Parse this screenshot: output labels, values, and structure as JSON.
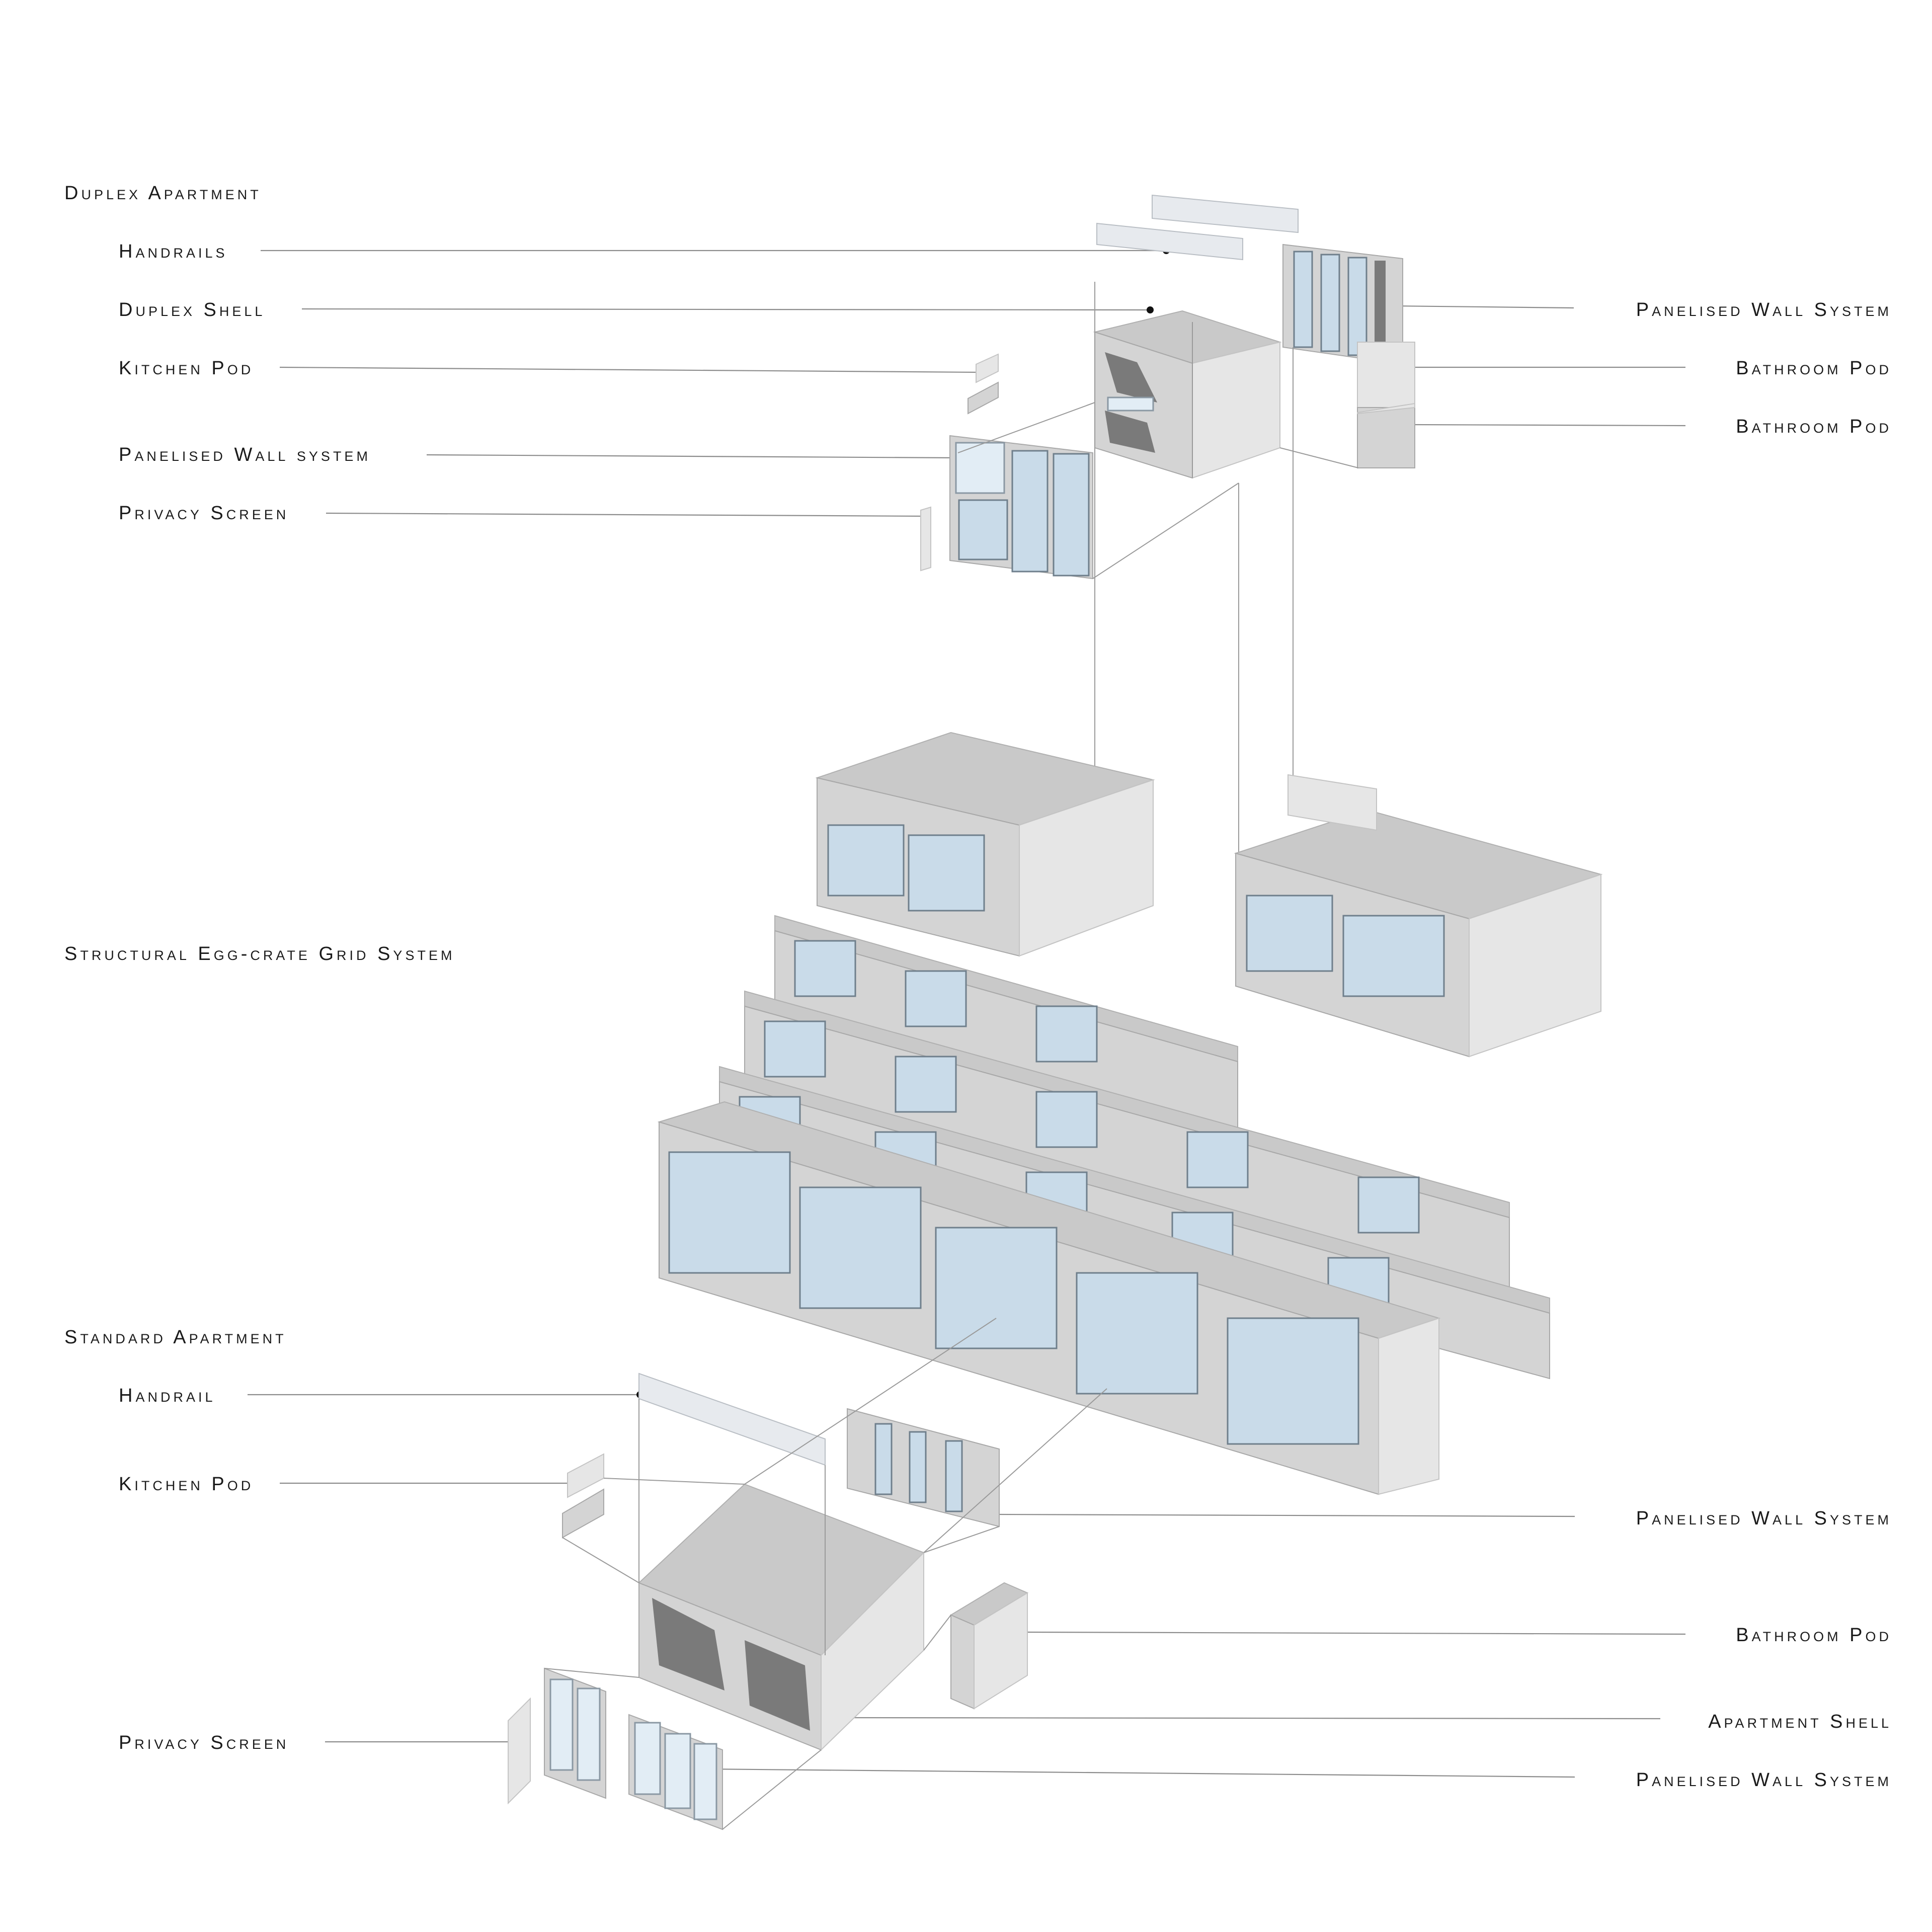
{
  "sections": {
    "duplex": "Duplex Apartment",
    "grid": "Structural Egg-crate Grid System",
    "standard": "Standard Apartment"
  },
  "duplex_labels": {
    "handrails": "Handrails",
    "shell": "Duplex Shell",
    "kitchen_pod": "Kitchen Pod",
    "panelised_wall_left": "Panelised Wall system",
    "privacy_screen": "Privacy Screen",
    "panelised_wall_right": "Panelised Wall System",
    "bathroom_pod_1": "Bathroom Pod",
    "bathroom_pod_2": "Bathroom Pod"
  },
  "standard_labels": {
    "handrail": "Handrail",
    "kitchen_pod": "Kitchen Pod",
    "panelised_wall_upper": "Panelised Wall System",
    "bathroom_pod": "Bathroom Pod",
    "apartment_shell": "Apartment Shell",
    "privacy_screen": "Privacy Screen",
    "panelised_wall_lower": "Panelised Wall System"
  }
}
